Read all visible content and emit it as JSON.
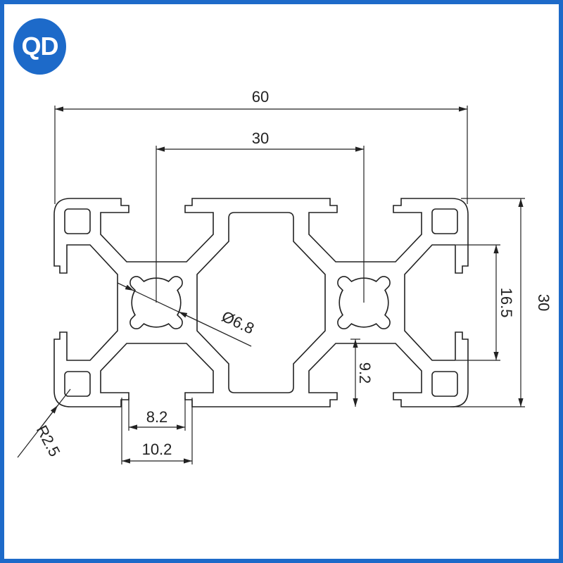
{
  "logo": {
    "text": "QD"
  },
  "colors": {
    "brand": "#1d6ac9",
    "line": "#222222"
  },
  "dimensions": {
    "overall_width": "60",
    "slot_pitch": "30",
    "overall_height": "30",
    "slot_spacing": "16.5",
    "slot_depth": "9.2",
    "slot_opening_inner": "8.2",
    "slot_opening_outer": "10.2",
    "core_hole": "Ø6.8",
    "corner_radius": "R2.5"
  }
}
